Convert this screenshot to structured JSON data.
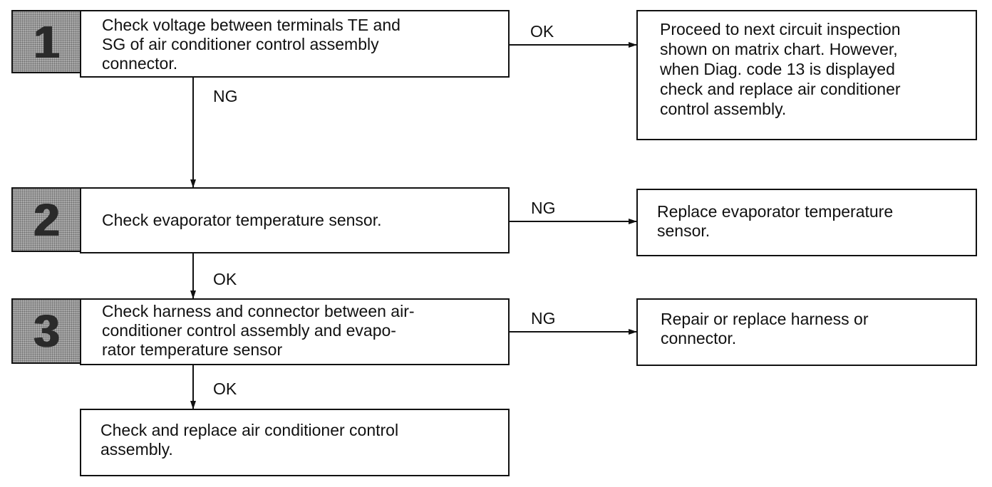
{
  "steps": [
    {
      "number": "1",
      "text": "Check voltage between terminals TE and\nSG of air conditioner control assembly\nconnector."
    },
    {
      "number": "2",
      "text": "Check evaporator temperature sensor."
    },
    {
      "number": "3",
      "text": "Check harness and connector between air-\nconditioner control assembly and evapo-\nrator temperature sensor"
    }
  ],
  "final_box": {
    "text": "Check and replace air conditioner control\nassembly."
  },
  "results": [
    {
      "text": "Proceed to next circuit inspection\nshown on matrix chart. However,\nwhen Diag. code 13 is displayed\ncheck and replace air conditioner\ncontrol assembly."
    },
    {
      "text": "Replace evaporator temperature\nsensor."
    },
    {
      "text": "Repair or replace harness or\nconnector."
    }
  ],
  "edge_labels": {
    "step1_right": "OK",
    "step1_down": "NG",
    "step2_right": "NG",
    "step2_down": "OK",
    "step3_right": "NG",
    "step3_down": "OK"
  }
}
